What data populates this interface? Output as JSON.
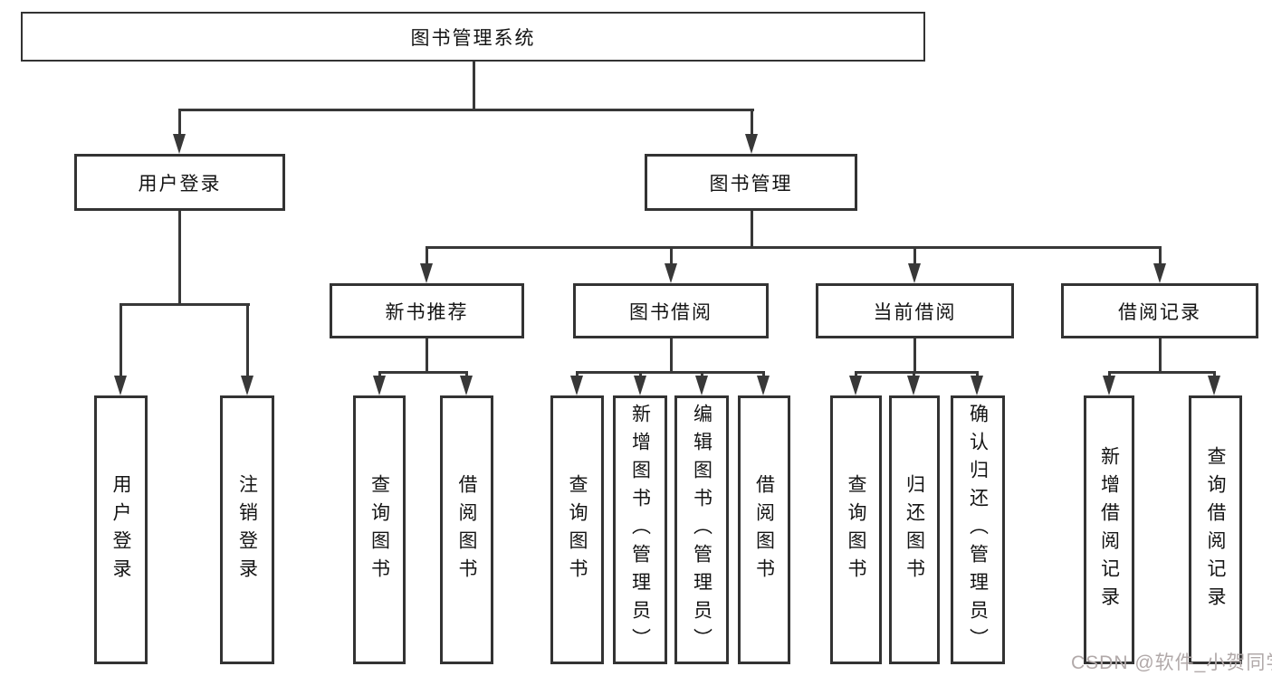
{
  "nodes": {
    "root": "图书管理系统",
    "user_login": "用户登录",
    "book_mgmt": "图书管理",
    "new_book_rec": "新书推荐",
    "book_borrow": "图书借阅",
    "current_borrow": "当前借阅",
    "borrow_records": "借阅记录",
    "leaf_user_login": "用户登录",
    "leaf_logout": "注销登录",
    "leaf_nb_query": "查询图书",
    "leaf_nb_borrow": "借阅图书",
    "leaf_bb_query": "查询图书",
    "leaf_bb_add": "新增图书（管理员）",
    "leaf_bb_edit": "编辑图书（管理员）",
    "leaf_bb_borrow": "借阅图书",
    "leaf_cb_query": "查询图书",
    "leaf_cb_return": "归还图书",
    "leaf_cb_confirm": "确认归还（管理员）",
    "leaf_br_add": "新增借阅记录",
    "leaf_br_query": "查询借阅记录"
  },
  "watermark": "CSDN @软件_小贺同学",
  "colors": {
    "line": "#383838",
    "border": "#333333",
    "text": "#141414",
    "watermark": "#b1a9a9"
  }
}
